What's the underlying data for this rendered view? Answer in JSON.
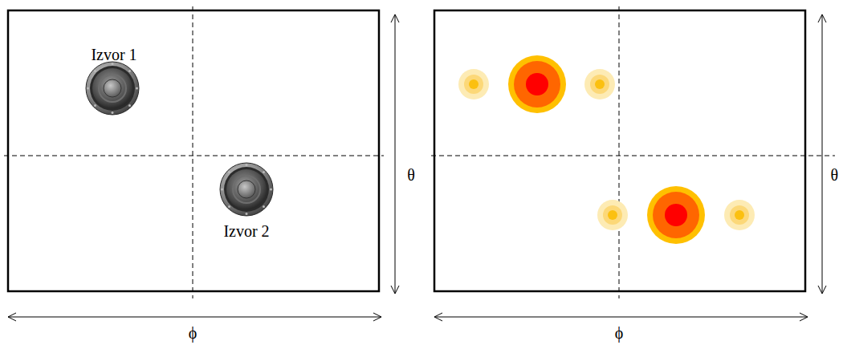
{
  "diagram": {
    "labels": [
      "Izvor 1",
      "Izvor 2",
      "θ",
      "ϕ",
      "θ",
      "ϕ"
    ]
  }
}
